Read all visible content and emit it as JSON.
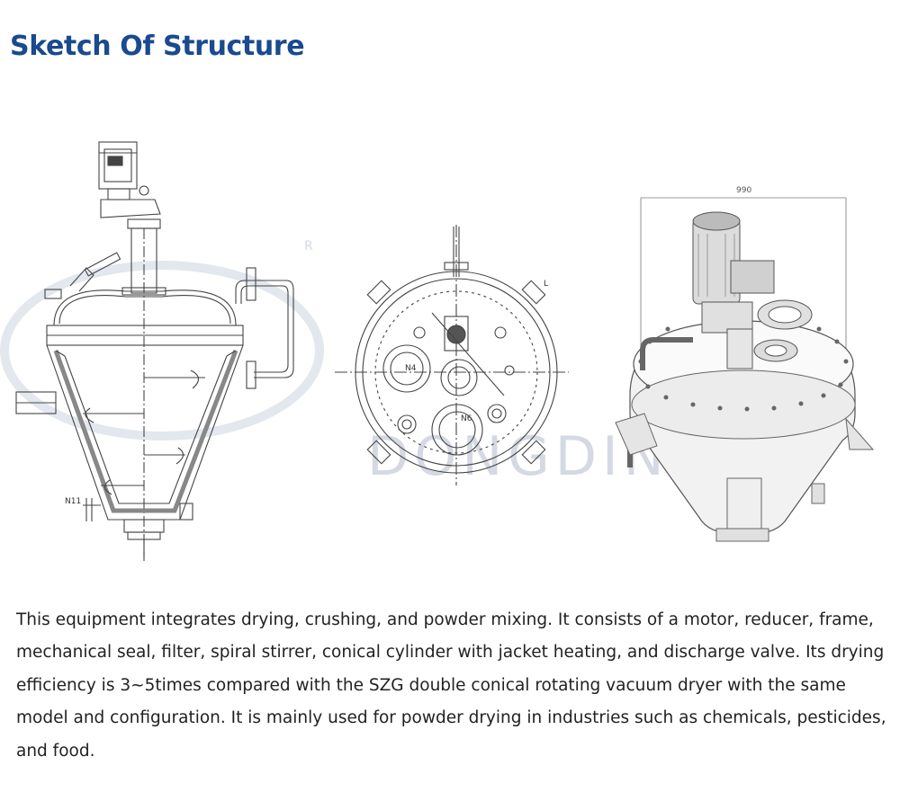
{
  "heading": "Sketch Of Structure",
  "description": "This equipment integrates drying, crushing, and powder mixing. It consists of a motor, reducer, frame, mechanical seal, filter, spiral stirrer, conical cylinder with jacket heating, and discharge valve. Its drying efficiency is 3~5times compared with the SZG double conical rotating vacuum dryer with the same model and configuration. It is mainly used for powder drying in industries such as chemicals, pesticides, and food.",
  "drawings": {
    "side_view": {
      "nozzle_tag": "N11"
    },
    "top_view": {
      "nozzle_tag_1": "N4",
      "nozzle_tag_2": "N6",
      "mark": "L"
    },
    "render_view": {
      "dimension": "990"
    }
  },
  "watermark": {
    "mark": "R",
    "text": "DONGDING"
  },
  "colors": {
    "heading": "#1a4a8f",
    "line": "#444444",
    "watermark": "#d4d9e3"
  },
  "icons": [
    "dryer-side-elevation",
    "dryer-top-plan",
    "dryer-3d-render"
  ]
}
